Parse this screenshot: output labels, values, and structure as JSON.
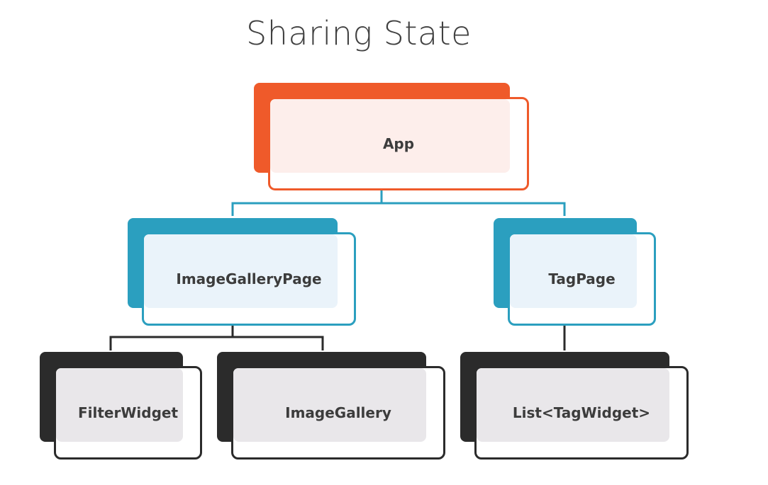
{
  "title": "Sharing State",
  "nodes": {
    "app": "App",
    "image_gallery_page": "ImageGalleryPage",
    "tag_page": "TagPage",
    "filter_widget": "FilterWidget",
    "image_gallery": "ImageGallery",
    "list_tag_widget": "List<TagWidget>"
  },
  "edges": [
    [
      "App",
      "ImageGalleryPage"
    ],
    [
      "App",
      "TagPage"
    ],
    [
      "ImageGalleryPage",
      "FilterWidget"
    ],
    [
      "ImageGalleryPage",
      "ImageGallery"
    ],
    [
      "TagPage",
      "List<TagWidget>"
    ]
  ],
  "colors": {
    "root": "#ef5a2a",
    "mid": "#2b9fbf",
    "leaf": "#2b2b2b"
  }
}
